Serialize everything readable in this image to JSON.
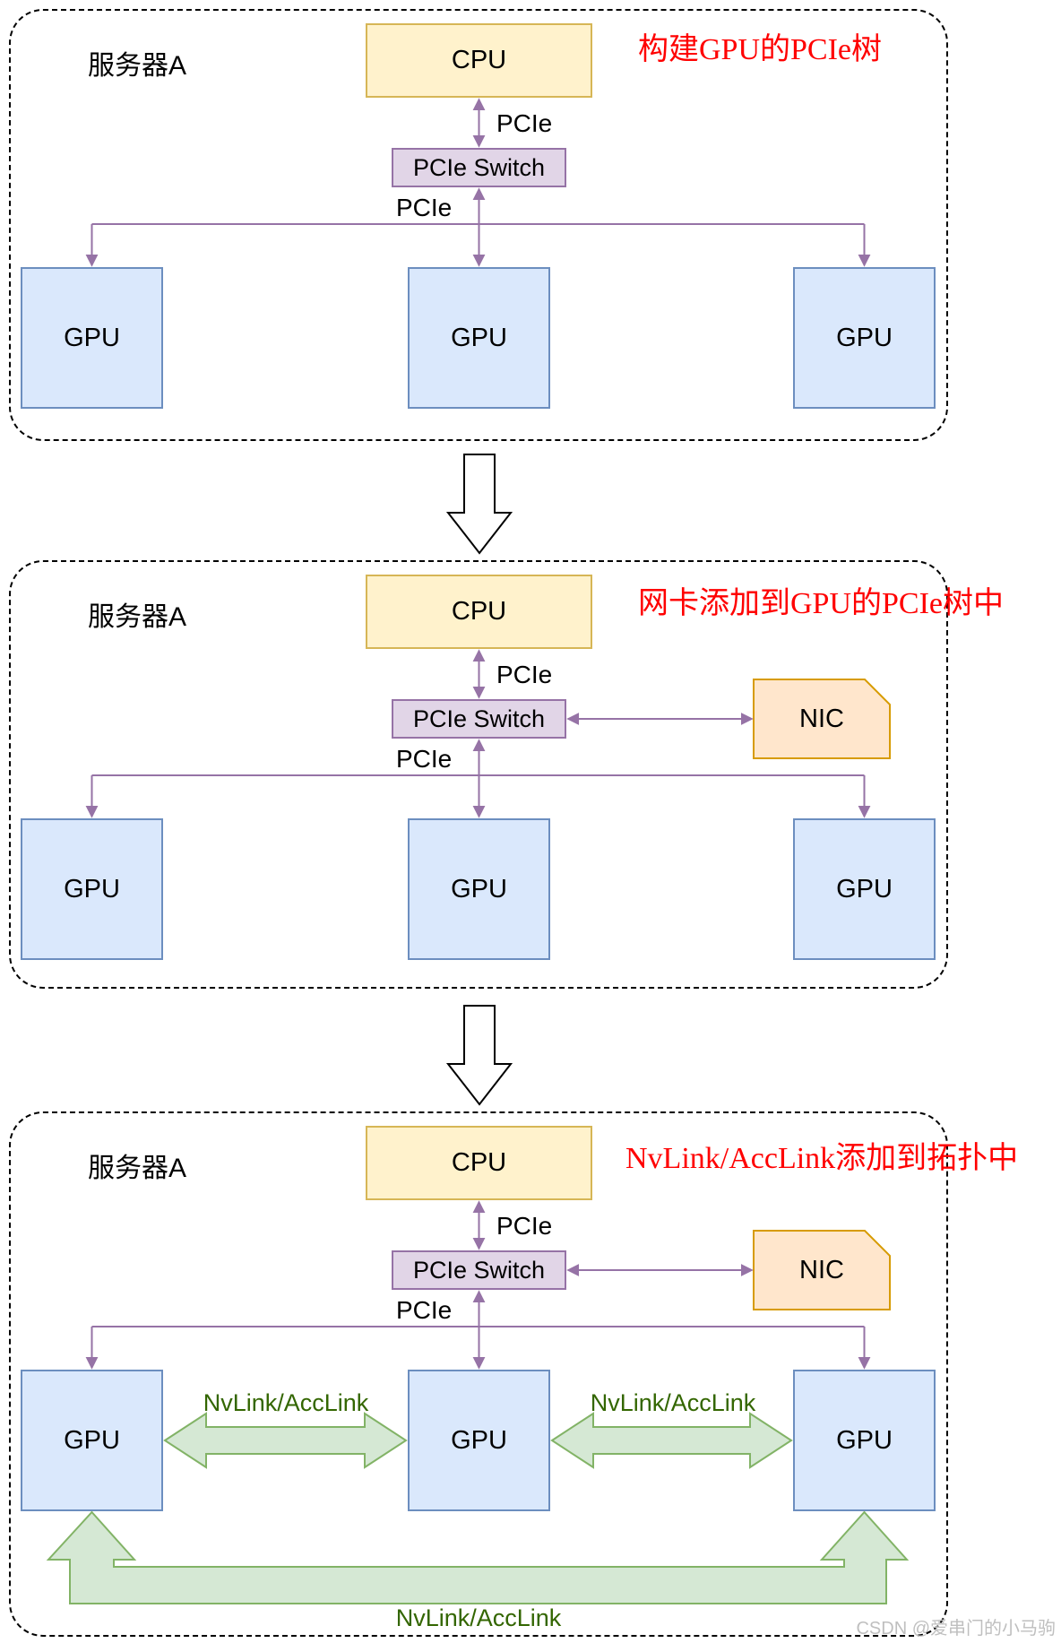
{
  "panels": [
    {
      "server_label": "服务器A",
      "title": "构建GPU的PCIe树",
      "cpu_label": "CPU",
      "switch_label": "PCIe Switch",
      "pcie_top_label": "PCIe",
      "pcie_bottom_label": "PCIe",
      "gpus": [
        "GPU",
        "GPU",
        "GPU"
      ]
    },
    {
      "server_label": "服务器A",
      "title": "网卡添加到GPU的PCIe树中",
      "cpu_label": "CPU",
      "switch_label": "PCIe Switch",
      "nic_label": "NIC",
      "pcie_top_label": "PCIe",
      "pcie_bottom_label": "PCIe",
      "gpus": [
        "GPU",
        "GPU",
        "GPU"
      ]
    },
    {
      "server_label": "服务器A",
      "title": "NvLink/AccLink添加到拓扑中",
      "cpu_label": "CPU",
      "switch_label": "PCIe Switch",
      "nic_label": "NIC",
      "pcie_top_label": "PCIe",
      "pcie_bottom_label": "PCIe",
      "gpus": [
        "GPU",
        "GPU",
        "GPU"
      ],
      "nvlink_label_left": "NvLink/AccLink",
      "nvlink_label_right": "NvLink/AccLink",
      "nvlink_label_bottom": "NvLink/AccLink"
    }
  ],
  "watermark": "CSDN @爱串门的小马驹",
  "colors": {
    "cpu_fill": "#fff2cc",
    "cpu_border": "#d6b656",
    "switch_fill": "#e1d5e7",
    "switch_border": "#9673a6",
    "gpu_fill": "#dae8fc",
    "gpu_border": "#6c8ebf",
    "nic_fill": "#ffe6cc",
    "nic_border": "#d79b00",
    "pcie_arrow": "#9673a6",
    "nvlink_fill": "#d5e8d4",
    "nvlink_border": "#82b366",
    "nvlink_text": "#336600",
    "title_red": "#ff0000",
    "panel_border": "#000000"
  }
}
